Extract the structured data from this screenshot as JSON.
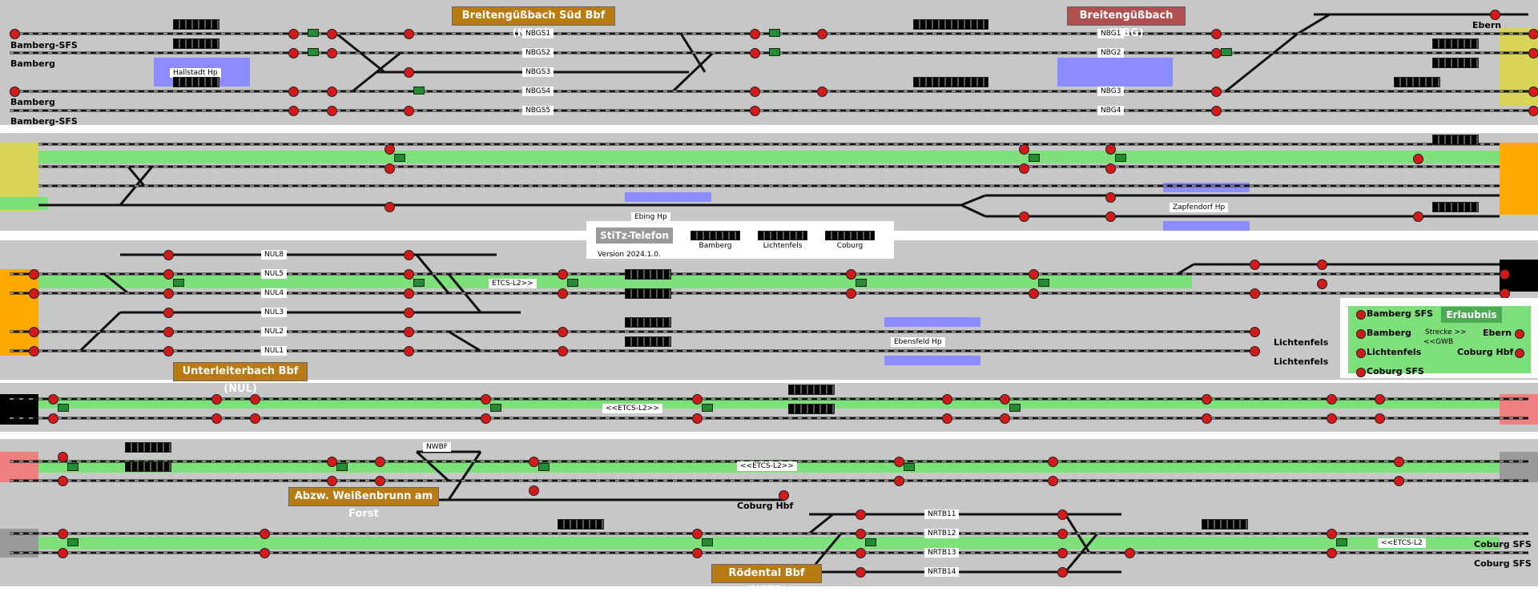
{
  "stations": {
    "nbgs": "Breitengüßbach Süd Bbf (NBGS)",
    "nbg": "Breitengüßbach (NBG)",
    "nul": "Unterleiterbach Bbf (NUL)",
    "nwbf": "Abzw. Weißenbrunn am Forst",
    "nrtb": "Rödental Bbf (NRTB)"
  },
  "directions": {
    "bamberg_sfs_top": "Bamberg-SFS",
    "bamberg_top": "Bamberg",
    "bamberg_mid": "Bamberg",
    "bamberg_sfs_bottom": "Bamberg-SFS",
    "ebern": "Ebern",
    "lichtenfels1": "Lichtenfels",
    "lichtenfels2": "Lichtenfels",
    "coburg_hbf": "Coburg Hbf",
    "coburg_sfs1": "Coburg SFS",
    "coburg_sfs2": "Coburg SFS"
  },
  "tracks": {
    "nbgs1": "NBGS1",
    "nbgs2": "NBGS2",
    "nbgs3": "NBGS3",
    "nbgs4": "NBGS4",
    "nbgs5": "NBGS5",
    "nbg1": "NBG1",
    "nbg2": "NBG2",
    "nbg3": "NBG3",
    "nbg4": "NBG4",
    "nul8": "NUL8",
    "nul5": "NUL5",
    "nul4": "NUL4",
    "nul3": "NUL3",
    "nul2": "NUL2",
    "nul1": "NUL1",
    "nrtb11": "NRTB11",
    "nrtb12": "NRTB12",
    "nrtb13": "NRTB13",
    "nrtb14": "NRTB14",
    "nwbf": "NWBF"
  },
  "stops": {
    "hallstadt": "Hallstadt Hp",
    "ebing": "Ebing Hp",
    "zapfendorf": "Zapfendorf Hp",
    "ebensfeld": "Ebensfeld Hp"
  },
  "etcs": {
    "e1": "ETCS-L2>>",
    "e2": "<<ETCS-L2>>",
    "e3": "<<ETCS-L2>>",
    "e4": "<<ETCS-L2"
  },
  "telephone": {
    "title": "StiTz-Telefon",
    "version": "Version 2024.1.0.",
    "lines": [
      "Bamberg",
      "Lichtenfels",
      "Coburg"
    ]
  },
  "permission": {
    "title": "Erlaubnis",
    "items": [
      "Bamberg SFS",
      "Bamberg",
      "Lichtenfels",
      "Coburg SFS",
      "Ebern",
      "Coburg Hbf"
    ],
    "strecke": "Strecke >>",
    "gwb": "<<GWB"
  },
  "colors": {
    "panel_bg": "#c7c7c7",
    "route_green": "#7de07a",
    "platform_blue": "#8c8cff",
    "signal_red": "#d21a1a",
    "station_brown": "#b97a12",
    "station_red": "#b05050"
  }
}
